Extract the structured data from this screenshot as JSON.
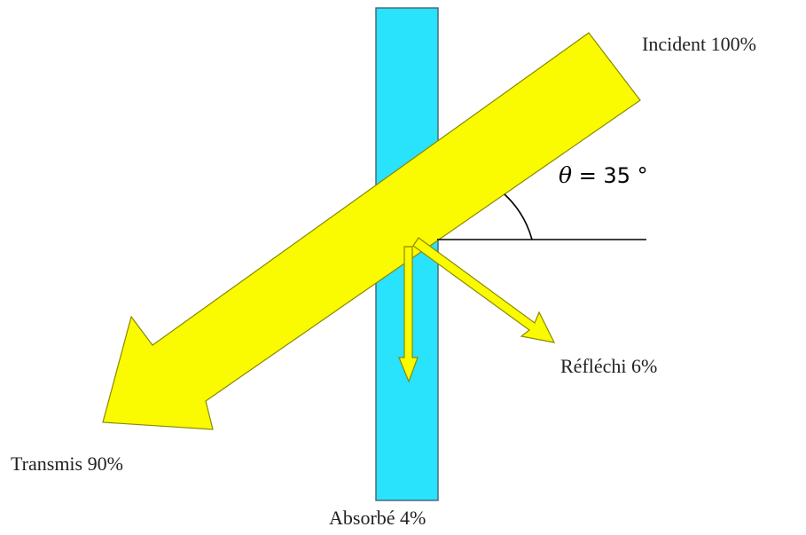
{
  "labels": {
    "incident": "Incident 100%",
    "transmitted": "Transmis 90%",
    "reflected": "Réfléchi 6%",
    "absorbed": "Absorbé 4%"
  },
  "angle": {
    "symbol": "θ",
    "value_text": " = 35 °",
    "degrees": 35
  },
  "colors": {
    "glass_fill": "#29E2FC",
    "glass_stroke": "#4a6a78",
    "beam_fill": "#FAFA00",
    "beam_stroke": "#8a8a00",
    "line": "#000000"
  }
}
